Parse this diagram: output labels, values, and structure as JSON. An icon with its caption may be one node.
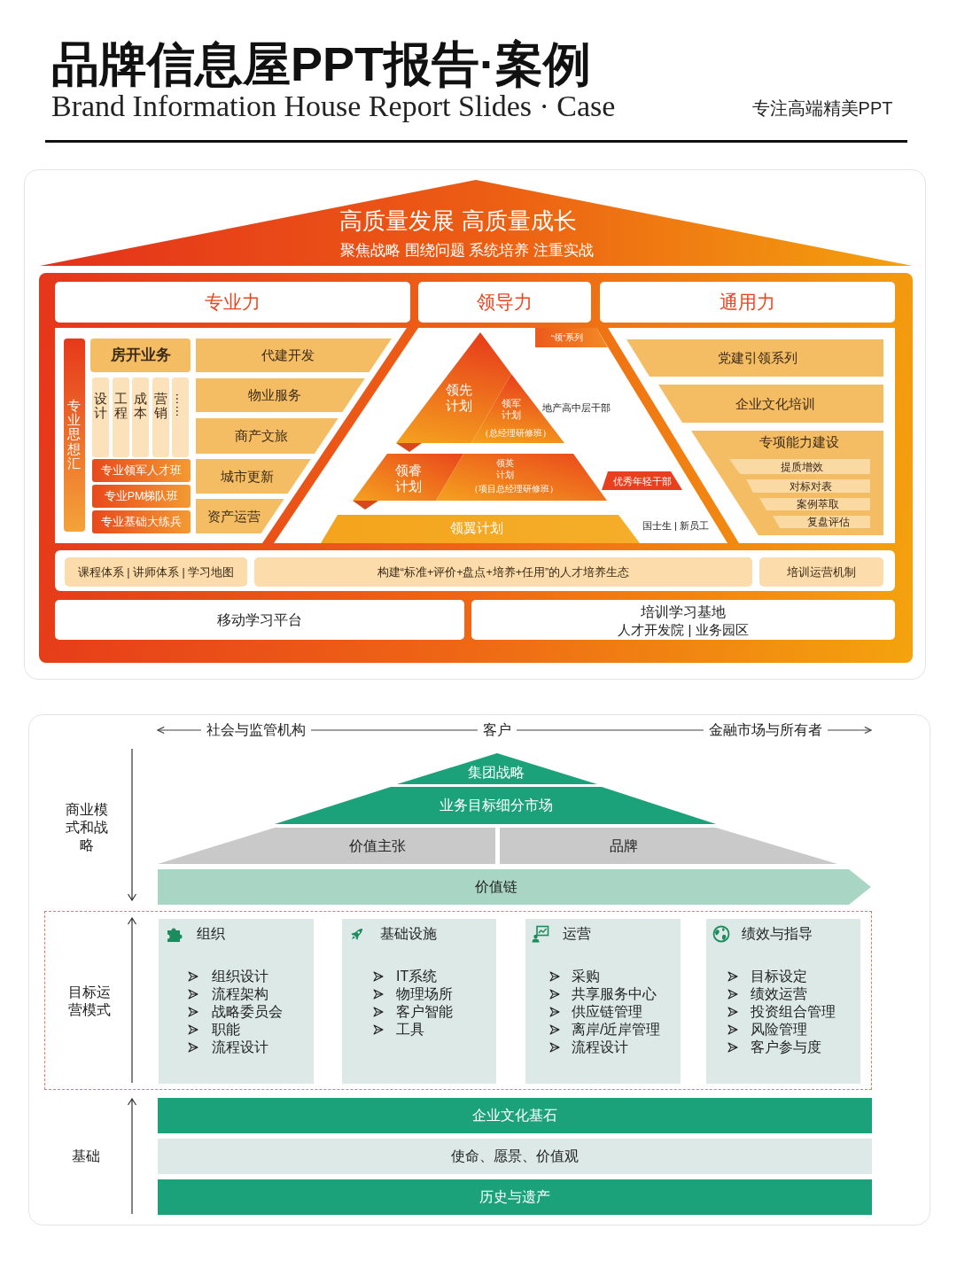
{
  "diagram": {
    "title": "品牌信息屋PPT报告·案例",
    "nodes": [
      {
        "text": [
          "高质量发展 高质量成长",
          "聚焦战略 围绕问题 系统培养 注重实战"
        ]
      },
      {
        "text": [],
        "shape": "box"
      },
      {
        "text": [
          "专业力"
        ],
        "in": 1
      },
      {
        "text": [
          "领导力"
        ],
        "in": 1
      },
      {
        "text": [
          "通用力"
        ],
        "in": 1
      },
      {
        "text": [
          "专业思想汇"
        ],
        "in": 1
      },
      {
        "text": [
          "房开业务"
        ],
        "in": 1
      },
      {
        "text": [
          "设计"
        ],
        "in": 1
      },
      {
        "text": [
          "工程"
        ],
        "in": 1
      },
      {
        "text": [
          "成本"
        ],
        "in": 1
      },
      {
        "text": [
          "营销"
        ],
        "in": 1
      },
      {
        "text": [
          "……"
        ],
        "in": 1
      },
      {
        "text": [
          "专业领军人才班"
        ],
        "in": 1
      },
      {
        "text": [
          "专业PM梯队班"
        ],
        "in": 1
      },
      {
        "text": [
          "专业基础大练兵"
        ],
        "in": 1
      },
      {
        "text": [
          "代建开发"
        ],
        "in": 1
      },
      {
        "text": [
          "物业服务"
        ],
        "in": 1
      },
      {
        "text": [
          "商产文旅"
        ],
        "in": 1
      },
      {
        "text": [
          "城市更新"
        ],
        "in": 1
      },
      {
        "text": [
          "资产运营"
        ],
        "in": 1
      },
      {
        "text": [
          "“领”系列"
        ],
        "in": 1
      },
      {
        "text": [
          "领先计划"
        ],
        "in": 1
      },
      {
        "text": [
          "领军计划",
          "（总经理研修班）"
        ],
        "beside": [
          "地产高中层干部"
        ],
        "in": 1
      },
      {
        "text": [
          "领睿计划"
        ],
        "in": 1
      },
      {
        "text": [
          "领英计划",
          "（项目总经理研修班）"
        ],
        "in": 1
      },
      {
        "text": [
          "领翼计划"
        ],
        "beside": [
          "国士生 | 新员工"
        ],
        "in": 1
      },
      {
        "text": [
          "优秀年轻干部"
        ],
        "in": 1
      },
      {
        "text": [
          "党建引领系列"
        ],
        "in": 1
      },
      {
        "text": [
          "企业文化培训"
        ],
        "in": 1
      },
      {
        "text": [
          "专项能力建设"
        ],
        "in": 1
      },
      {
        "text": [
          "提质增效"
        ],
        "in": 29
      },
      {
        "text": [
          "对标对表"
        ],
        "in": 29
      },
      {
        "text": [
          "案例萃取"
        ],
        "in": 29
      },
      {
        "text": [
          "复盘评估"
        ],
        "in": 29
      },
      {
        "text": [
          "课程体系 | 讲师体系 | 学习地图"
        ],
        "in": 1
      },
      {
        "text": [
          "构建“标准+评价+盘点+培养+任用”的人才培养生态"
        ],
        "in": 1
      },
      {
        "text": [
          "培训运营机制"
        ],
        "in": 1
      },
      {
        "text": [
          "移动学习平台"
        ],
        "in": 1
      },
      {
        "text": [
          "培训学习基地",
          "人才开发院 | 业务园区"
        ],
        "in": 1
      },
      {
        "text": [
          "社会与监管机构"
        ]
      },
      {
        "text": [
          "客户"
        ]
      },
      {
        "text": [
          "金融市场与所有者"
        ]
      },
      {
        "text": [
          "集团战略"
        ]
      },
      {
        "text": [
          "业务目标细分市场"
        ]
      },
      {
        "text": [
          "价值主张"
        ]
      },
      {
        "text": [
          "品牌"
        ]
      },
      {
        "text": [
          "价值链"
        ]
      },
      {
        "text": [
          "目标运营模式"
        ]
      },
      {
        "text": [
          "组织",
          "组织设计",
          "流程架构",
          "战略委员会",
          "职能",
          "流程设计"
        ],
        "in": 47
      },
      {
        "text": [
          "基础设施",
          "IT系统",
          "物理场所",
          "客户智能",
          "工具"
        ],
        "in": 47
      },
      {
        "text": [
          "运营",
          "采购",
          "共享服务中心",
          "供应链管理",
          "离岸/近岸管理",
          "流程设计"
        ],
        "in": 47
      },
      {
        "text": [
          "绩效与指导",
          "目标设定",
          "绩效运营",
          "投资组合管理",
          "风险管理",
          "客户参与度"
        ],
        "in": 47
      },
      {
        "text": [
          "企业文化基石"
        ]
      },
      {
        "text": [
          "使命、愿景、价值观"
        ]
      },
      {
        "text": [
          "历史与遗产"
        ]
      }
    ],
    "edges": [
      {
        "from": 39,
        "to": 40,
        "arrow": "none"
      },
      {
        "from": 40,
        "to": 41,
        "arrow": "none"
      },
      {
        "from": 39,
        "to": null,
        "arrow": "to"
      },
      {
        "from": 41,
        "to": null,
        "arrow": "to"
      }
    ],
    "labels": [
      "Brand Information House Report Slides · Case",
      "专注高端精美PPT",
      "商业模式和战略",
      "基础"
    ]
  }
}
